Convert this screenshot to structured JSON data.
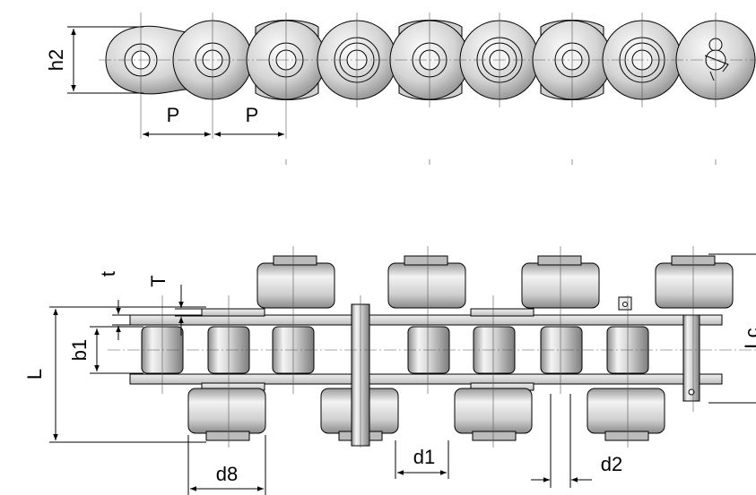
{
  "dimension_labels": {
    "h2": "h2",
    "p_first": "P",
    "p_second": "P",
    "t_small": "t",
    "t_large": "T",
    "b1": "b1",
    "L": "L",
    "Lc": "Lc",
    "d8": "d8",
    "d1": "d1",
    "d2": "d2"
  },
  "colors": {
    "line": "#000000",
    "centerline": "#555555",
    "metal_light": "#f2f2f2",
    "metal_mid": "#c9c9c9",
    "metal_dark": "#8c8c8c",
    "background": "#ffffff"
  }
}
